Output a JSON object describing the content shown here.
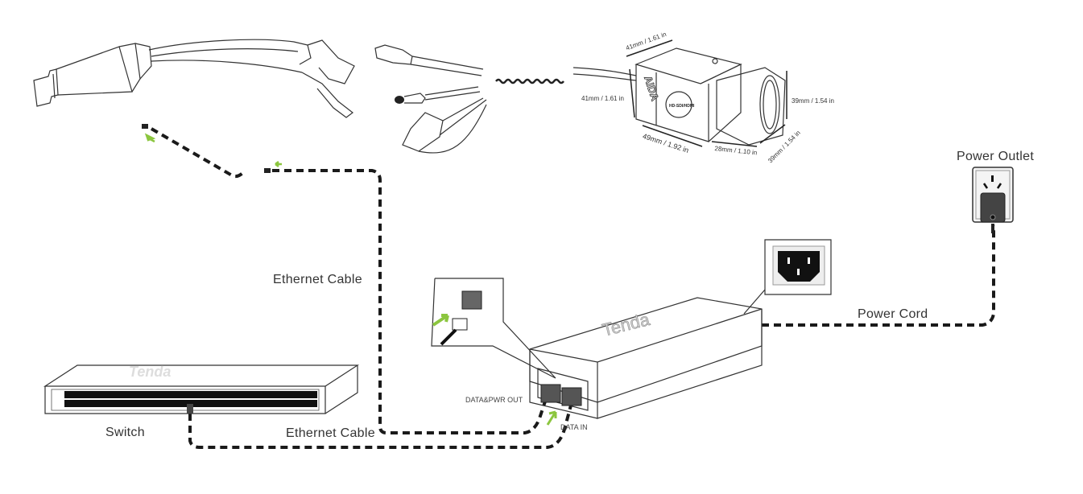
{
  "diagram": {
    "title": "PoE injector connection diagram",
    "labels": {
      "power_outlet": "Power Outlet",
      "power_cord": "Power Cord",
      "ethernet_cable_top": "Ethernet Cable",
      "ethernet_cable_bottom": "Ethernet Cable",
      "switch": "Switch",
      "data_pwr_out": "DATA&PWR OUT",
      "data_in": "DATA  IN"
    },
    "brands": {
      "injector": "Tenda",
      "switch": "Tenda",
      "camera_side": "AIDA",
      "camera_badge": "HD-SDI/HDMI"
    },
    "camera_dimensions": {
      "top_width": "41mm / 1.61 in",
      "side_height": "41mm / 1.61 in",
      "body_length": "49mm / 1.92 in",
      "lens_length": "28mm / 1.10 in",
      "lens_height": "39mm / 1.54 in",
      "lens_diameter": "39mm / 1.54 in"
    },
    "colors": {
      "arrow_green": "#8cc63f",
      "cable": "#1a1a1a",
      "outline": "#333333"
    }
  }
}
